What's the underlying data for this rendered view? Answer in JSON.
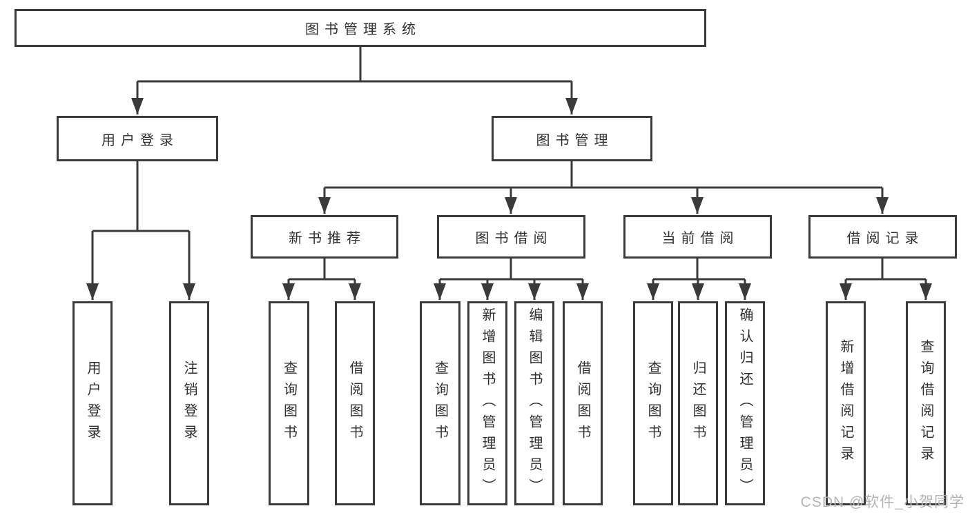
{
  "diagram": {
    "type": "tree",
    "root": {
      "label": "图书管理系统",
      "children": [
        {
          "label": "用户登录",
          "children": [
            {
              "label": "用户登录"
            },
            {
              "label": "注销登录"
            }
          ]
        },
        {
          "label": "图书管理",
          "children": [
            {
              "label": "新书推荐",
              "children": [
                {
                  "label": "查询图书"
                },
                {
                  "label": "借阅图书"
                }
              ]
            },
            {
              "label": "图书借阅",
              "children": [
                {
                  "label": "查询图书"
                },
                {
                  "label": "新增图书（管理员）"
                },
                {
                  "label": "编辑图书（管理员）"
                },
                {
                  "label": "借阅图书"
                }
              ]
            },
            {
              "label": "当前借阅",
              "children": [
                {
                  "label": "查询图书"
                },
                {
                  "label": "归还图书"
                },
                {
                  "label": "确认归还（管理员）"
                }
              ]
            },
            {
              "label": "借阅记录",
              "children": [
                {
                  "label": "新增借阅记录"
                },
                {
                  "label": "查询借阅记录"
                }
              ]
            }
          ]
        }
      ]
    },
    "colors": {
      "line": "#3a3a3a",
      "box_border": "#3a3a3a",
      "box_fill": "#ffffff",
      "text": "#2f2f2f",
      "background": "#ffffff",
      "watermark": "#b4b4b4"
    }
  },
  "watermark": {
    "text": "CSDN @软件_小贺同学"
  }
}
